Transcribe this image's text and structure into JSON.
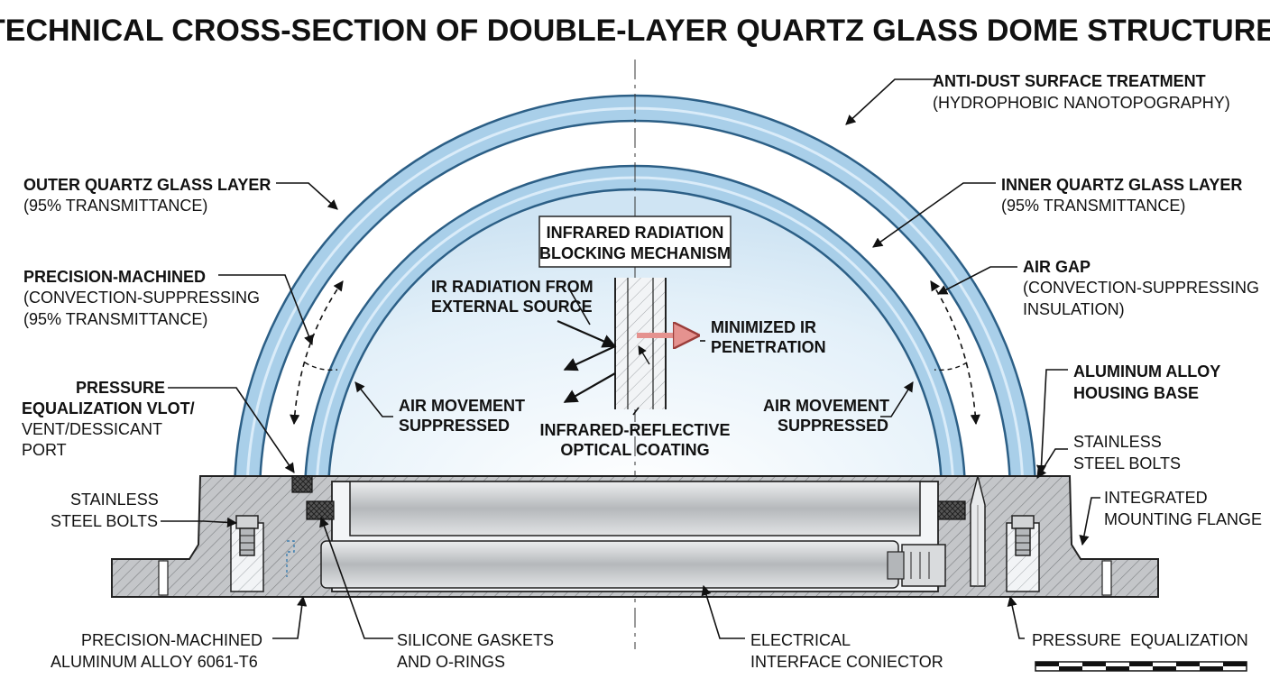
{
  "title": "TECHNICAL CROSS-SECTION OF DOUBLE-LAYER QUARTZ GLASS DOME STRUCTURE",
  "colors": {
    "glass": "#a9cfe9",
    "glass_edge": "#2c5f86",
    "interior": "#eaf4fb",
    "metal": "#bdbfc2",
    "metal_dark": "#8e9194",
    "arrow_ir": "#e5928f"
  },
  "labels": {
    "anti_dust": {
      "line1": "ANTI-DUST SURFACE TREATMENT",
      "line2": "(HYDROPHOBIC NANOTOPOGRAPHY)"
    },
    "outer_layer": {
      "line1": "OUTER QUARTZ GLASS LAYER",
      "line2": "(95% TRANSMITTANCE)"
    },
    "inner_layer": {
      "line1": "INNER QUARTZ GLASS LAYER",
      "line2": "(95% TRANSMITTANCE)"
    },
    "precision_left": {
      "line1": "PRECISION-MACHINED",
      "line2": "(CONVECTION-SUPPRESSING",
      "line3": "(95% TRANSMITTANCE)"
    },
    "air_gap": {
      "line1": "AIR GAP",
      "line2": "(CONVECTION-SUPPRESSING",
      "line3": "INSULATION)"
    },
    "pressure_vent": {
      "line1": "PRESSURE",
      "line2": "EQUALIZATION VLOT/",
      "line3": "VENT/DESSICANT",
      "line4": "PORT"
    },
    "aluminum_base": {
      "line1": "ALUMINUM ALLOY",
      "line2": "HOUSING BASE"
    },
    "air_move_left": {
      "line1": "AIR MOVEMENT",
      "line2": "SUPPRESSED"
    },
    "air_move_right": {
      "line1": "AIR MOVEMENT",
      "line2": "SUPPRESSED"
    },
    "bolts_left": {
      "line1": "STAINLESS",
      "line2": "STEEL BOLTS"
    },
    "bolts_right": {
      "line1": "STAINLESS",
      "line2": "STEEL BOLTS"
    },
    "flange": {
      "line1": "INTEGRATED",
      "line2": "MOUNTING FLANGE"
    },
    "ir_box": {
      "line1": "INFRARED RADIATION",
      "line2": "BLOCKING MECHANISM"
    },
    "ir_source": {
      "line1": "IR RADIATION FROM",
      "line2": "EXTERNAL SOURCE"
    },
    "ir_min": {
      "line1": "MINIMIZED IR",
      "line2": "PENETRATION"
    },
    "ir_coating": {
      "line1": "INFRARED-REFLECTIVE",
      "line2": "OPTICAL COATING"
    },
    "precision_bottom": {
      "line1": "PRECISION-MACHINED",
      "line2": "ALUMINUM ALLOY 6061-T6"
    },
    "gaskets": {
      "line1": "SILICONE GASKETS",
      "line2": "AND O-RINGS"
    },
    "connector": {
      "line1": "ELECTRICAL",
      "line2": "INTERFACE CONIECTOR"
    },
    "pressure_bottom": {
      "line1": "PRESSURE  EQUALIZATION"
    }
  }
}
